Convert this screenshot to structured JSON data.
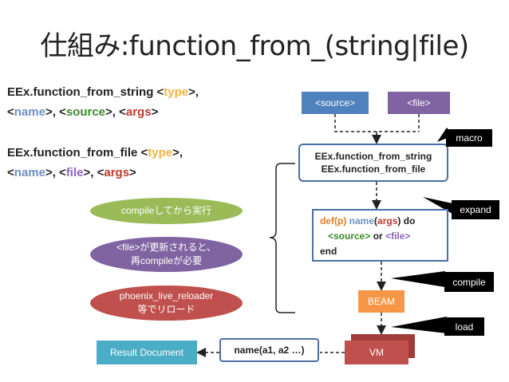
{
  "title": "仕組み:function_from_(string|file)",
  "code": {
    "line1": {
      "prefix": "EEx.function_from_string <",
      "type": "type",
      "suffix": ">,"
    },
    "line2": {
      "name": "name",
      "source": "source",
      "args": "args"
    },
    "line3": {
      "prefix": "EEx.function_from_file <",
      "type": "type",
      "suffix": ">,"
    },
    "line4": {
      "name": "name",
      "file": "file",
      "args": "args"
    }
  },
  "boxes": {
    "source": "<source>",
    "file": "<file>",
    "fn_string": "EEx.function_from_string",
    "fn_file": "EEx.function_from_file",
    "def": {
      "kw": "def(p)",
      "name": "name",
      "args": "args",
      "do": "do",
      "source": "<source>",
      "or": "or",
      "file": "<file>",
      "end": "end"
    },
    "beam": "BEAM",
    "vm": "VM",
    "result": "Result Document",
    "call": "name(a1, a2 …)"
  },
  "labels": {
    "macro": "macro",
    "expand": "expand",
    "compile": "compile",
    "load": "load"
  },
  "bubbles": {
    "compile_run": "compileしてから実行",
    "file_line1": "<file>が更新されると、",
    "file_line2": "再compileが必要",
    "reloader_line1": "phoenix_live_reloader",
    "reloader_line2": "等でリロード"
  },
  "colors": {
    "source": "#4f81bd",
    "file": "#8064a2",
    "beam": "#f79646",
    "vm": "#c0504d",
    "result": "#4bacc6",
    "bubble_green": "#9bbb59",
    "type": "#f2b441",
    "name": "#6e8fc4",
    "source_text": "#3c8a2e",
    "args": "#c0392b"
  }
}
